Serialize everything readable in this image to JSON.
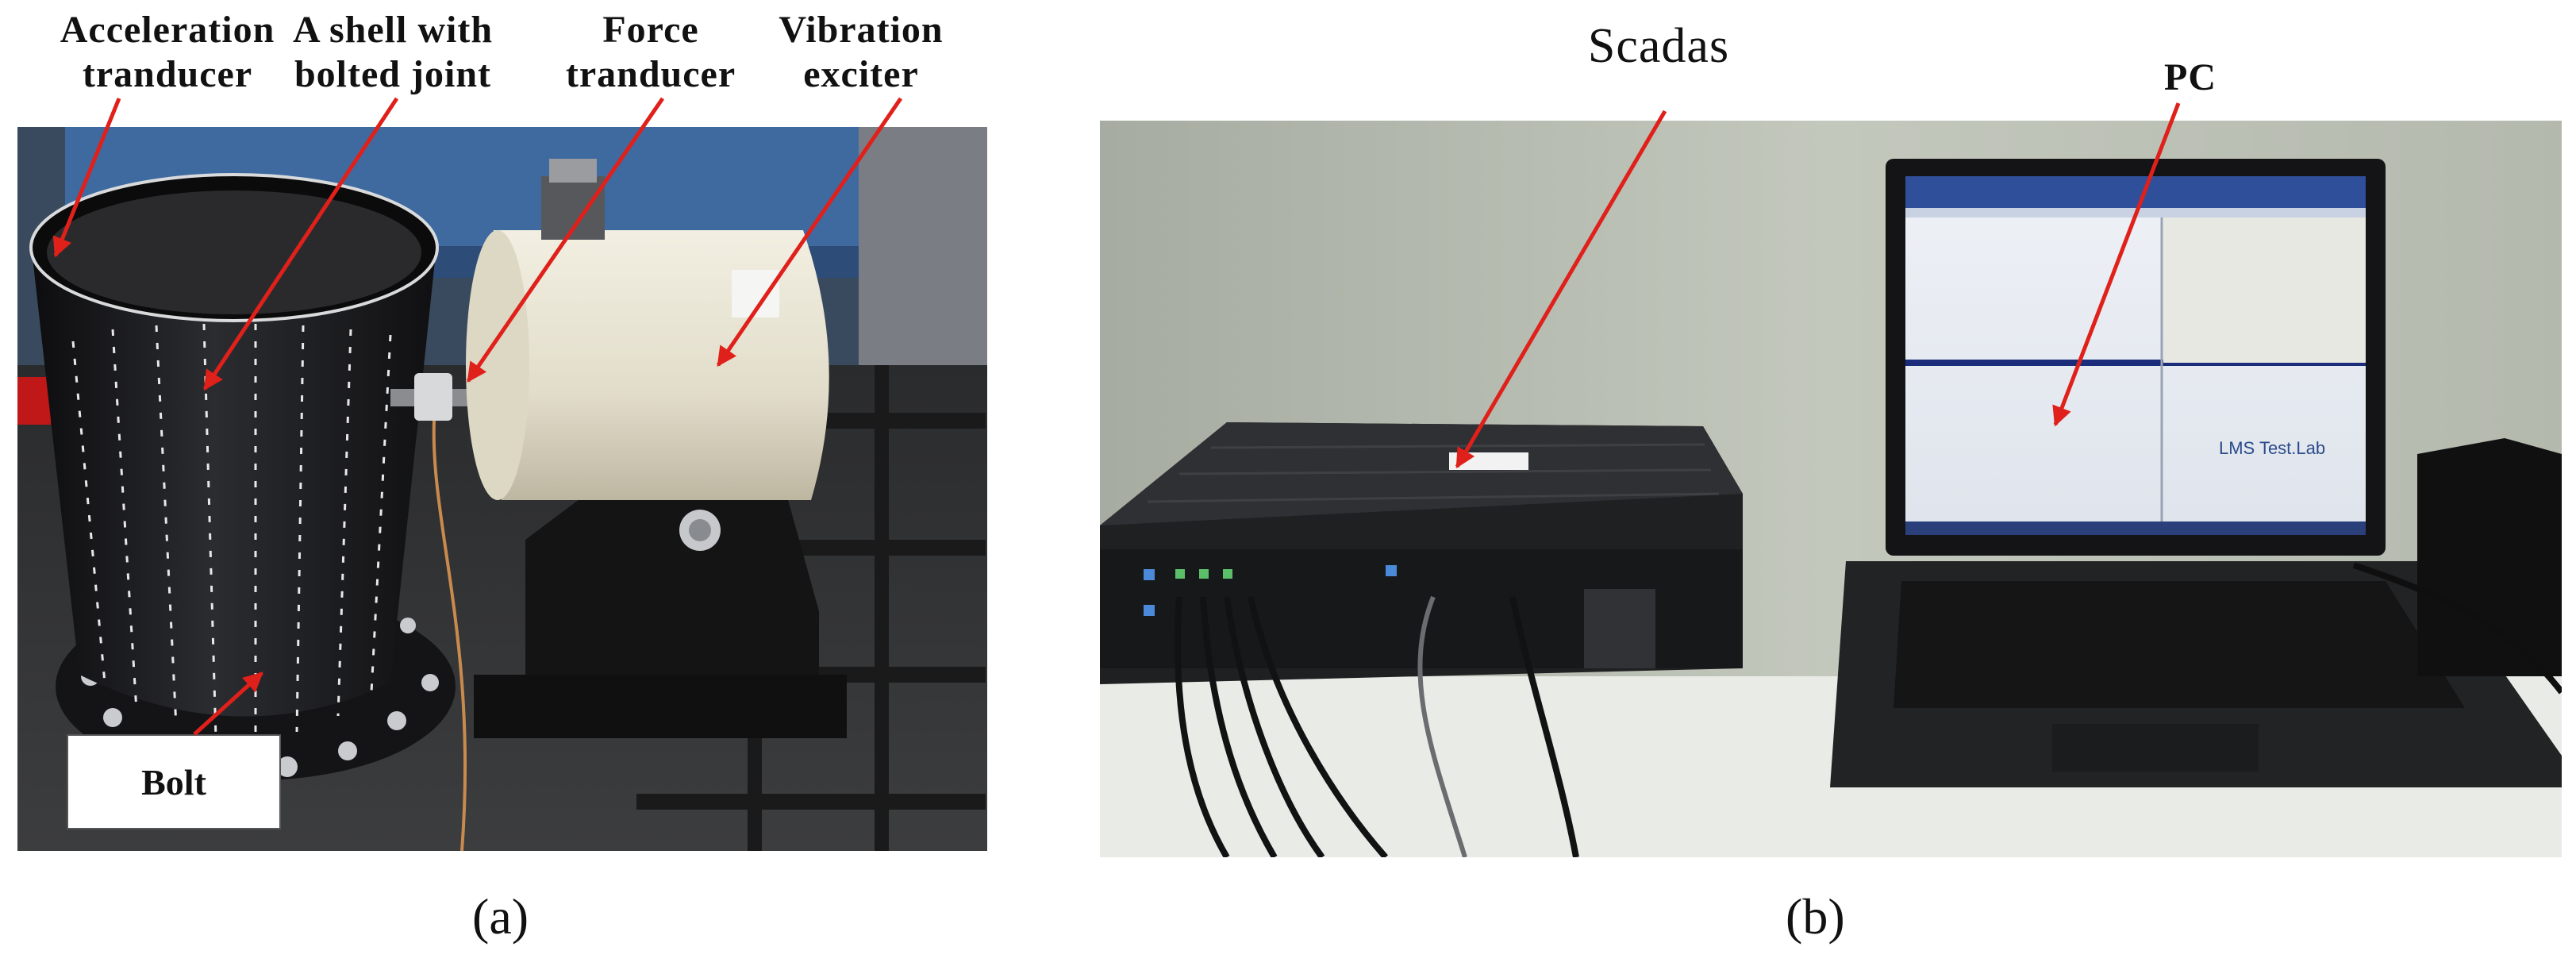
{
  "panel_a": {
    "labels": {
      "acceleration": [
        "Acceleration",
        "tranducer"
      ],
      "shell": [
        "A shell with",
        "bolted joint"
      ],
      "force": [
        "Force",
        "tranducer"
      ],
      "vibration": [
        "Vibration",
        "exciter"
      ],
      "bolt": "Bolt"
    },
    "caption": "(a)"
  },
  "panel_b": {
    "labels": {
      "scadas": "Scadas",
      "pc": "PC",
      "screen_brand": "LMS Test.Lab"
    },
    "caption": "(b)"
  },
  "colors": {
    "arrow": "#e0201a",
    "background_wall": "#b9bfb4",
    "table": "#e9ebe6",
    "shell": "#1c1c1e",
    "exciter": "#e8e4d4"
  }
}
